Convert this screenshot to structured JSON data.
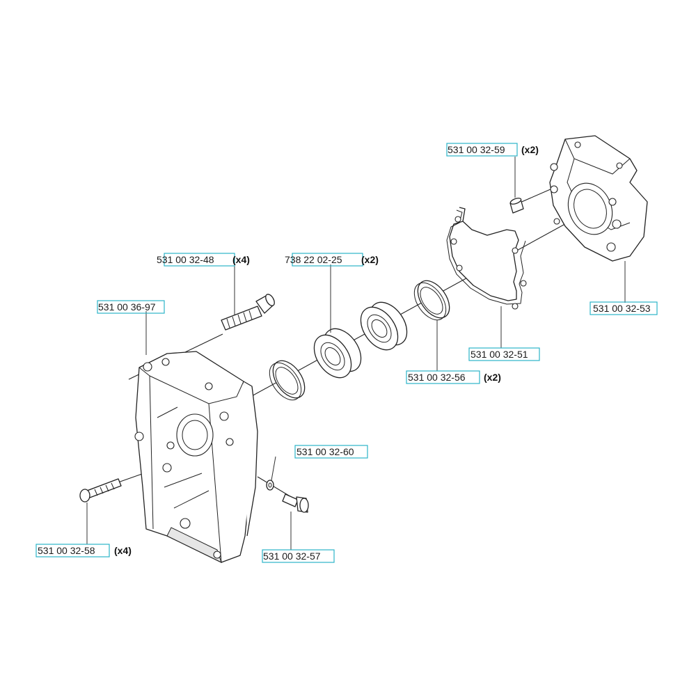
{
  "parts": [
    {
      "id": "p1",
      "number": "531 00 32-59",
      "qty": "(x2)"
    },
    {
      "id": "p2",
      "number": "531 00 32-48",
      "qty": "(x4)"
    },
    {
      "id": "p3",
      "number": "738 22 02-25",
      "qty": "(x2)"
    },
    {
      "id": "p4",
      "number": "531 00 36-97",
      "qty": ""
    },
    {
      "id": "p5",
      "number": "531 00 32-53",
      "qty": ""
    },
    {
      "id": "p6",
      "number": "531 00 32-51",
      "qty": ""
    },
    {
      "id": "p7",
      "number": "531 00 32-56",
      "qty": "(x2)"
    },
    {
      "id": "p8",
      "number": "531 00 32-60",
      "qty": ""
    },
    {
      "id": "p9",
      "number": "531 00 32-58",
      "qty": "(x4)"
    },
    {
      "id": "p10",
      "number": "531 00 32-57",
      "qty": ""
    }
  ],
  "colors": {
    "label_box": "#2bb3c9",
    "ink": "#222222"
  }
}
